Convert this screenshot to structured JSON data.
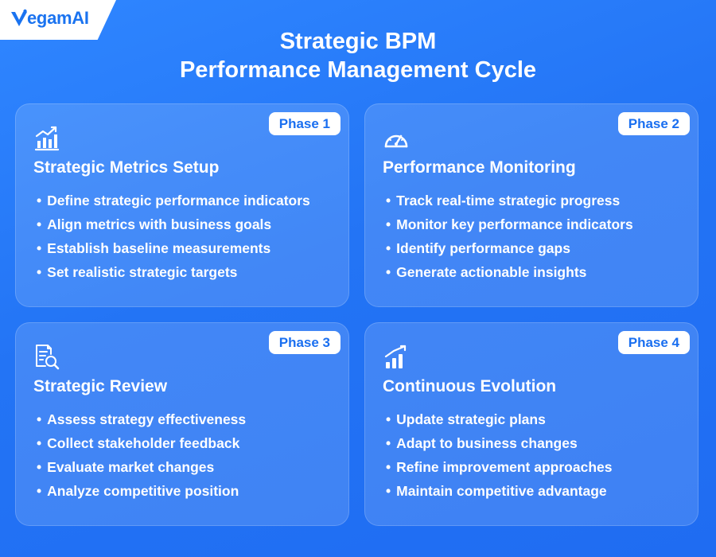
{
  "brand": {
    "name_prefix": "egam",
    "name_suffix": "AI"
  },
  "title": {
    "line1": "Strategic BPM",
    "line2": "Performance Management Cycle"
  },
  "cards": [
    {
      "badge": "Phase 1",
      "icon": "bar-chart-growth-icon",
      "title": "Strategic Metrics Setup",
      "items": [
        "Define strategic performance indicators",
        "Align metrics with business goals",
        "Establish baseline measurements",
        "Set realistic strategic targets"
      ]
    },
    {
      "badge": "Phase 2",
      "icon": "speedometer-icon",
      "title": "Performance Monitoring",
      "items": [
        "Track real-time strategic progress",
        "Monitor key performance indicators",
        "Identify performance gaps",
        "Generate actionable insights"
      ]
    },
    {
      "badge": "Phase 3",
      "icon": "document-search-icon",
      "title": "Strategic Review",
      "items": [
        "Assess strategy effectiveness",
        "Collect stakeholder feedback",
        "Evaluate market changes",
        "Analyze competitive position"
      ]
    },
    {
      "badge": "Phase 4",
      "icon": "growth-chart-icon",
      "title": "Continuous Evolution",
      "items": [
        "Update strategic plans",
        "Adapt to business changes",
        "Refine improvement approaches",
        "Maintain competitive advantage"
      ]
    }
  ],
  "colors": {
    "background": "#2374f5",
    "accent": "#1a73f0",
    "badge_text": "#1a6ff0"
  }
}
